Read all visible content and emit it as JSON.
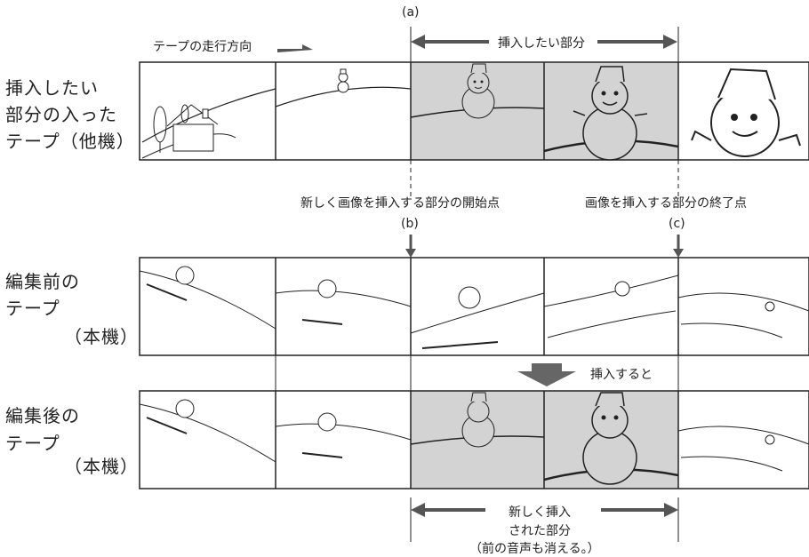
{
  "markers": {
    "a": "(a)",
    "b": "(b)",
    "c": "(c)"
  },
  "top_arrow_label": "挿入したい部分",
  "tape_direction": "テープの走行方向",
  "row1_label": [
    "挿入したい",
    "部分の入った",
    "テープ（他機）"
  ],
  "start_point": "新しく画像を挿入する部分の開始点",
  "end_point": "画像を挿入する部分の終了点",
  "row2_label": [
    "編集前の",
    "テープ",
    "（本機）"
  ],
  "insert_label": "挿入すると",
  "row3_label": [
    "編集後の",
    "テープ",
    "（本機）"
  ],
  "bottom_arrow_label": [
    "新しく挿入",
    "された部分",
    "（前の音声も消える。）"
  ],
  "colors": {
    "highlight": "#d3d3d3",
    "line": "#222222",
    "arrow": "#555555"
  }
}
